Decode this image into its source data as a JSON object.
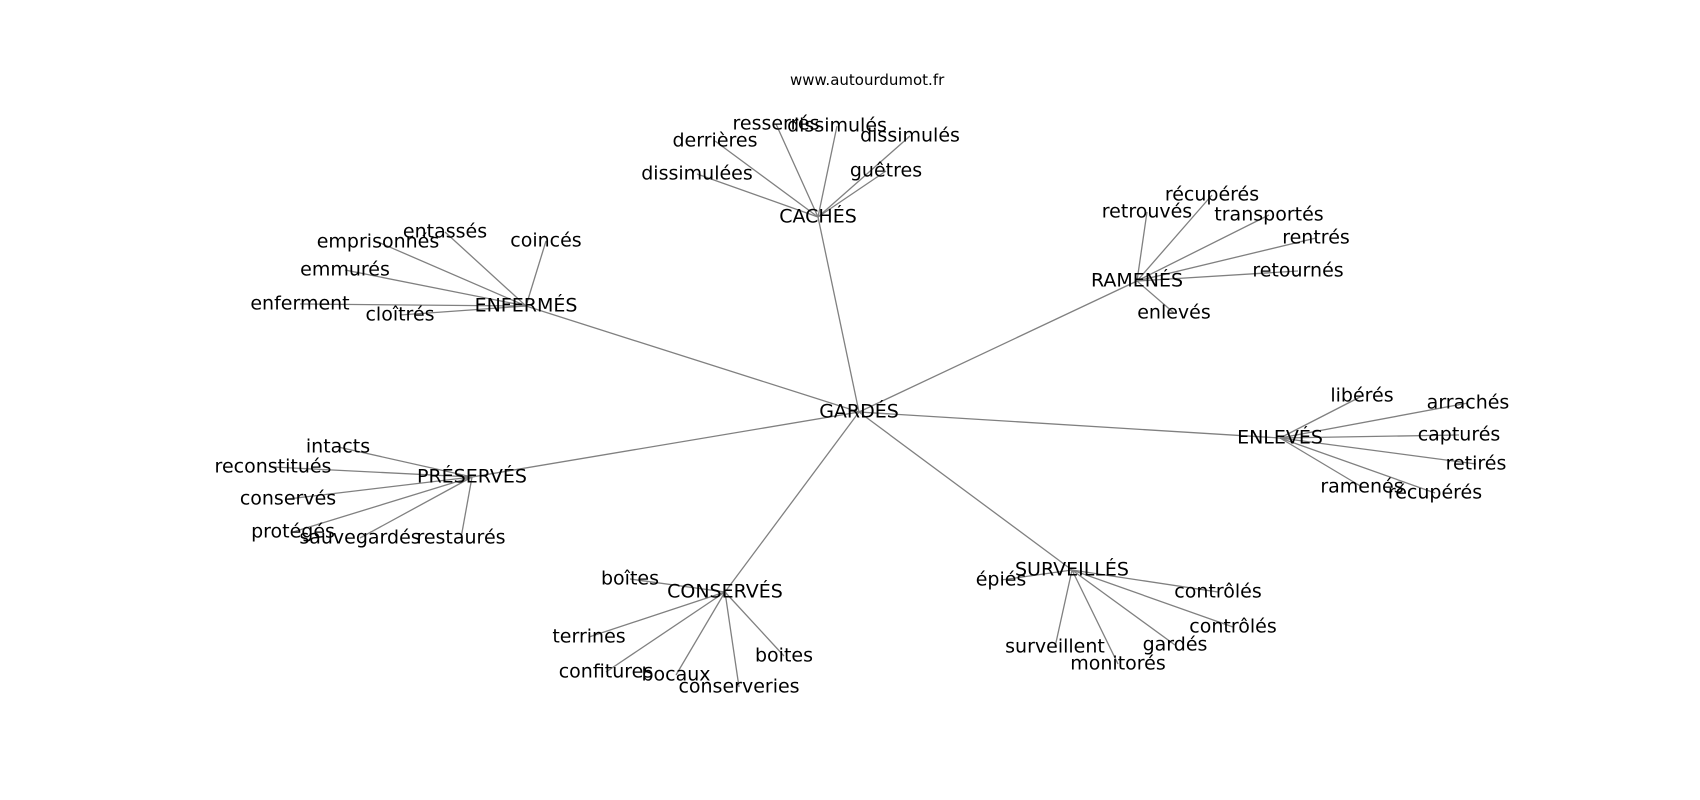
{
  "site": "www.autourdumot.fr",
  "graph": {
    "center": "GARDÉS",
    "groups": [
      {
        "label": "CACHÉS",
        "words": [
          "resserrés",
          "dissimulés",
          "dissimulés",
          "derrières",
          "dissimulées",
          "guêtres"
        ]
      },
      {
        "label": "ENFERMÉS",
        "words": [
          "entassés",
          "coincés",
          "emprisonnés",
          "emmurés",
          "enferment",
          "cloîtrés"
        ]
      },
      {
        "label": "RAMENÉS",
        "words": [
          "récupérés",
          "retrouvés",
          "transportés",
          "rentrés",
          "retournés",
          "enlevés"
        ]
      },
      {
        "label": "ENLEVÉS",
        "words": [
          "libérés",
          "arrachés",
          "capturés",
          "retirés",
          "ramenés",
          "récupérés"
        ]
      },
      {
        "label": "PRÉSERVÉS",
        "words": [
          "intacts",
          "reconstitués",
          "conservés",
          "protégés",
          "sauvegardés",
          "restaurés"
        ]
      },
      {
        "label": "CONSERVÉS",
        "words": [
          "boîtes",
          "terrines",
          "confitures",
          "bocaux",
          "conserveries",
          "boites"
        ]
      },
      {
        "label": "SURVEILLÉS",
        "words": [
          "épiés",
          "contrôlés",
          "contrôlés",
          "surveillent",
          "monitorés",
          "gardés"
        ]
      }
    ]
  }
}
